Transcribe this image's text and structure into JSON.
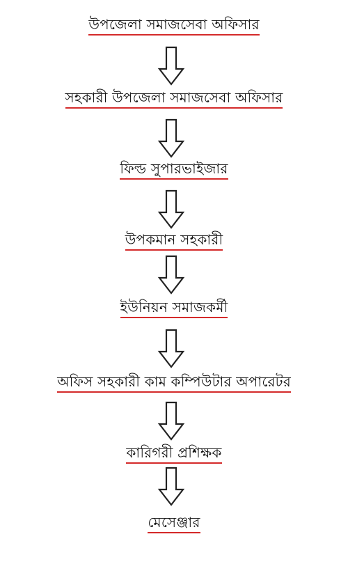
{
  "flowchart": {
    "nodes": [
      "উপজেলা সমাজসেবা অফিসার",
      "সহকারী উপজেলা সমাজসেবা অফিসার",
      "ফিল্ড সুপারভাইজার",
      "উপকমান সহকারী",
      "ইউনিয়ন সমাজকর্মী",
      "অফিস সহকারী কাম কম্পিউটার অপারেটর",
      "কারিগরী প্রশিক্ষক",
      "মেসেঞ্জার"
    ],
    "arrow_icon": "hollow-down-arrow-icon",
    "underline_color": "#d42a2a",
    "text_color": "#111111",
    "arrow_color": "#222222"
  }
}
